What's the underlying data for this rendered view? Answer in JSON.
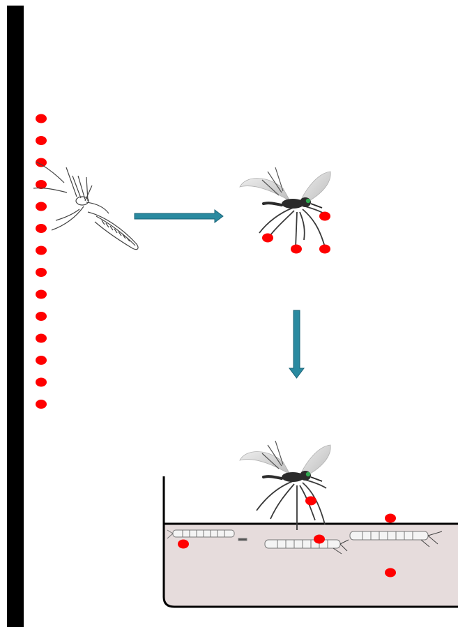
{
  "diagram": {
    "colors": {
      "wall": "#000000",
      "droplet": "#ff0000",
      "arrow": "#2a8aa0",
      "arrow_edge": "#1b6478",
      "water": "#e6dcdc",
      "container_outline": "#000000",
      "mosquito_body": "#2b2b2b",
      "mosquito_eye": "#2fa84f",
      "wing": "#c9c9c9",
      "larva": "#777777"
    },
    "panels": [
      {
        "name": "treated-surface",
        "description_icon": "wall-with-droplets"
      },
      {
        "name": "contaminated-mosquito",
        "description_icon": "mosquito-icon"
      },
      {
        "name": "breeding-site",
        "description_icon": "larvae-container"
      }
    ],
    "counts": {
      "wall_droplets": 14,
      "droplets_on_legs": 4,
      "droplets_at_breeding_site": 5,
      "larvae": 3
    }
  }
}
